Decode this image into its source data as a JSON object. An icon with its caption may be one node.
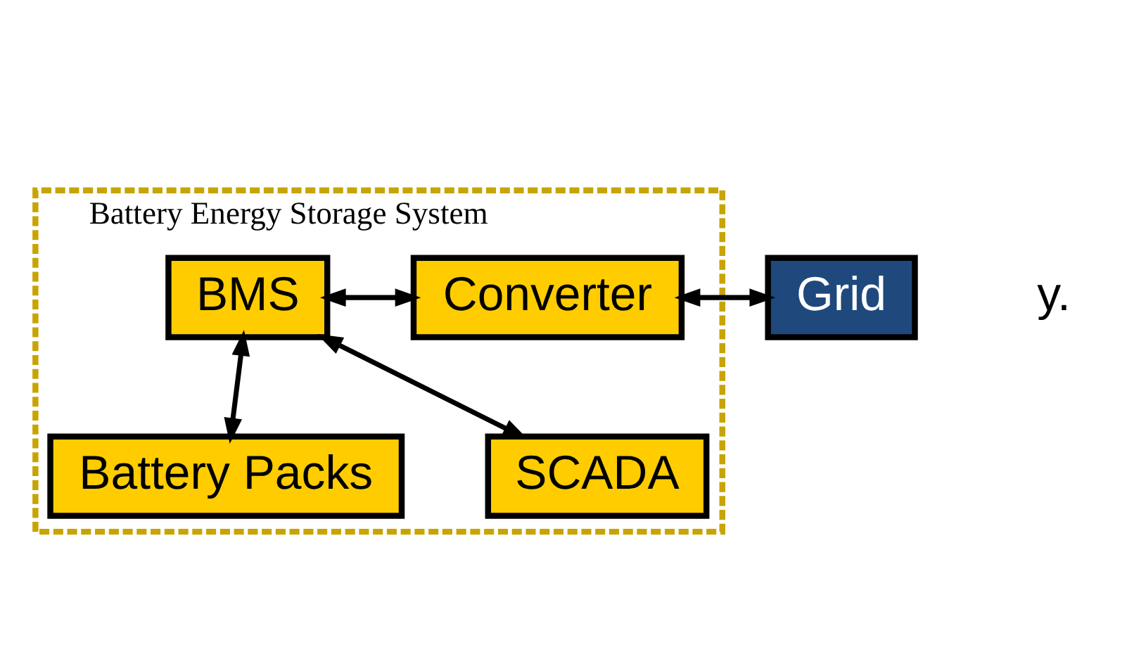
{
  "diagram": {
    "nodes": [
      {
        "text": [
          "Battery Energy Storage System"
        ]
      },
      {
        "text": [
          "BMS"
        ],
        "in": 0
      },
      {
        "text": [
          "Converter"
        ],
        "in": 0
      },
      {
        "text": [
          "Battery Packs"
        ],
        "in": 0
      },
      {
        "text": [
          "SCADA"
        ],
        "in": 0
      },
      {
        "text": [
          "Grid"
        ]
      }
    ],
    "edges": [
      {
        "from": 1,
        "to": 2,
        "arrow": "both"
      },
      {
        "from": 2,
        "to": 5,
        "arrow": "both"
      },
      {
        "from": 1,
        "to": 3,
        "arrow": "both"
      },
      {
        "from": 1,
        "to": 4,
        "arrow": "both"
      }
    ],
    "labels": [
      "y."
    ]
  }
}
